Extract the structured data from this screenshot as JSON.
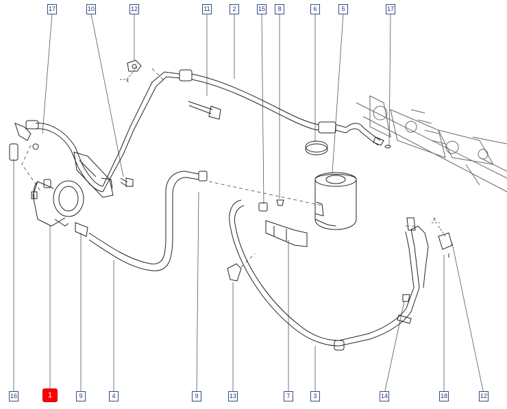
{
  "callouts_top": [
    {
      "id": "17a",
      "label": "17"
    },
    {
      "id": "10",
      "label": "10"
    },
    {
      "id": "12a",
      "label": "12"
    },
    {
      "id": "11",
      "label": "11"
    },
    {
      "id": "2",
      "label": "2"
    },
    {
      "id": "15",
      "label": "15"
    },
    {
      "id": "8",
      "label": "8"
    },
    {
      "id": "6",
      "label": "6"
    },
    {
      "id": "5",
      "label": "5"
    },
    {
      "id": "17b",
      "label": "17"
    }
  ],
  "callouts_bottom": [
    {
      "id": "16",
      "label": "16"
    },
    {
      "id": "1",
      "label": "1",
      "highlighted": true
    },
    {
      "id": "9a",
      "label": "9"
    },
    {
      "id": "4",
      "label": "4"
    },
    {
      "id": "9b",
      "label": "9"
    },
    {
      "id": "13",
      "label": "13"
    },
    {
      "id": "7",
      "label": "7"
    },
    {
      "id": "3",
      "label": "3"
    },
    {
      "id": "14",
      "label": "14"
    },
    {
      "id": "18",
      "label": "18"
    },
    {
      "id": "12b",
      "label": "12"
    }
  ],
  "axis_marks": [
    {
      "id": "x-left",
      "label": "x"
    },
    {
      "id": "x-right",
      "label": "x"
    }
  ],
  "colors": {
    "callout_border": "#2f4a87",
    "callout_text": "#1f3573",
    "highlight": "#ff0000",
    "line": "#222222"
  }
}
